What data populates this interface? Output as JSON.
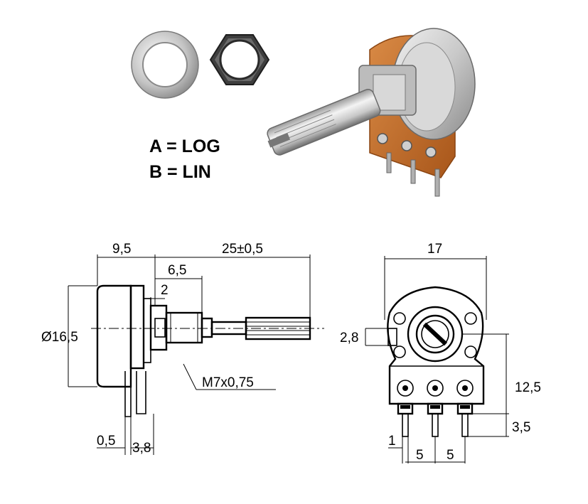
{
  "legend": {
    "line_a": "A = LOG",
    "line_b": "B = LIN"
  },
  "side_view": {
    "dim_9_5": "9,5",
    "dim_25": "25±0,5",
    "dim_6_5": "6,5",
    "dim_2": "2",
    "dim_dia": "Ø16,5",
    "dim_thread": "M7x0,75",
    "dim_0_5": "0,5",
    "dim_3_8": "3,8"
  },
  "front_view": {
    "dim_17": "17",
    "dim_2_8": "2,8",
    "dim_12_5": "12,5",
    "dim_3_5": "3,5",
    "dim_1": "1",
    "dim_5a": "5",
    "dim_5b": "5"
  },
  "colors": {
    "phenolic_board": "#c8702a",
    "metal_light": "#e4e4e4",
    "metal_dark": "#7a7a7a",
    "nut": "#4a4a4a"
  }
}
